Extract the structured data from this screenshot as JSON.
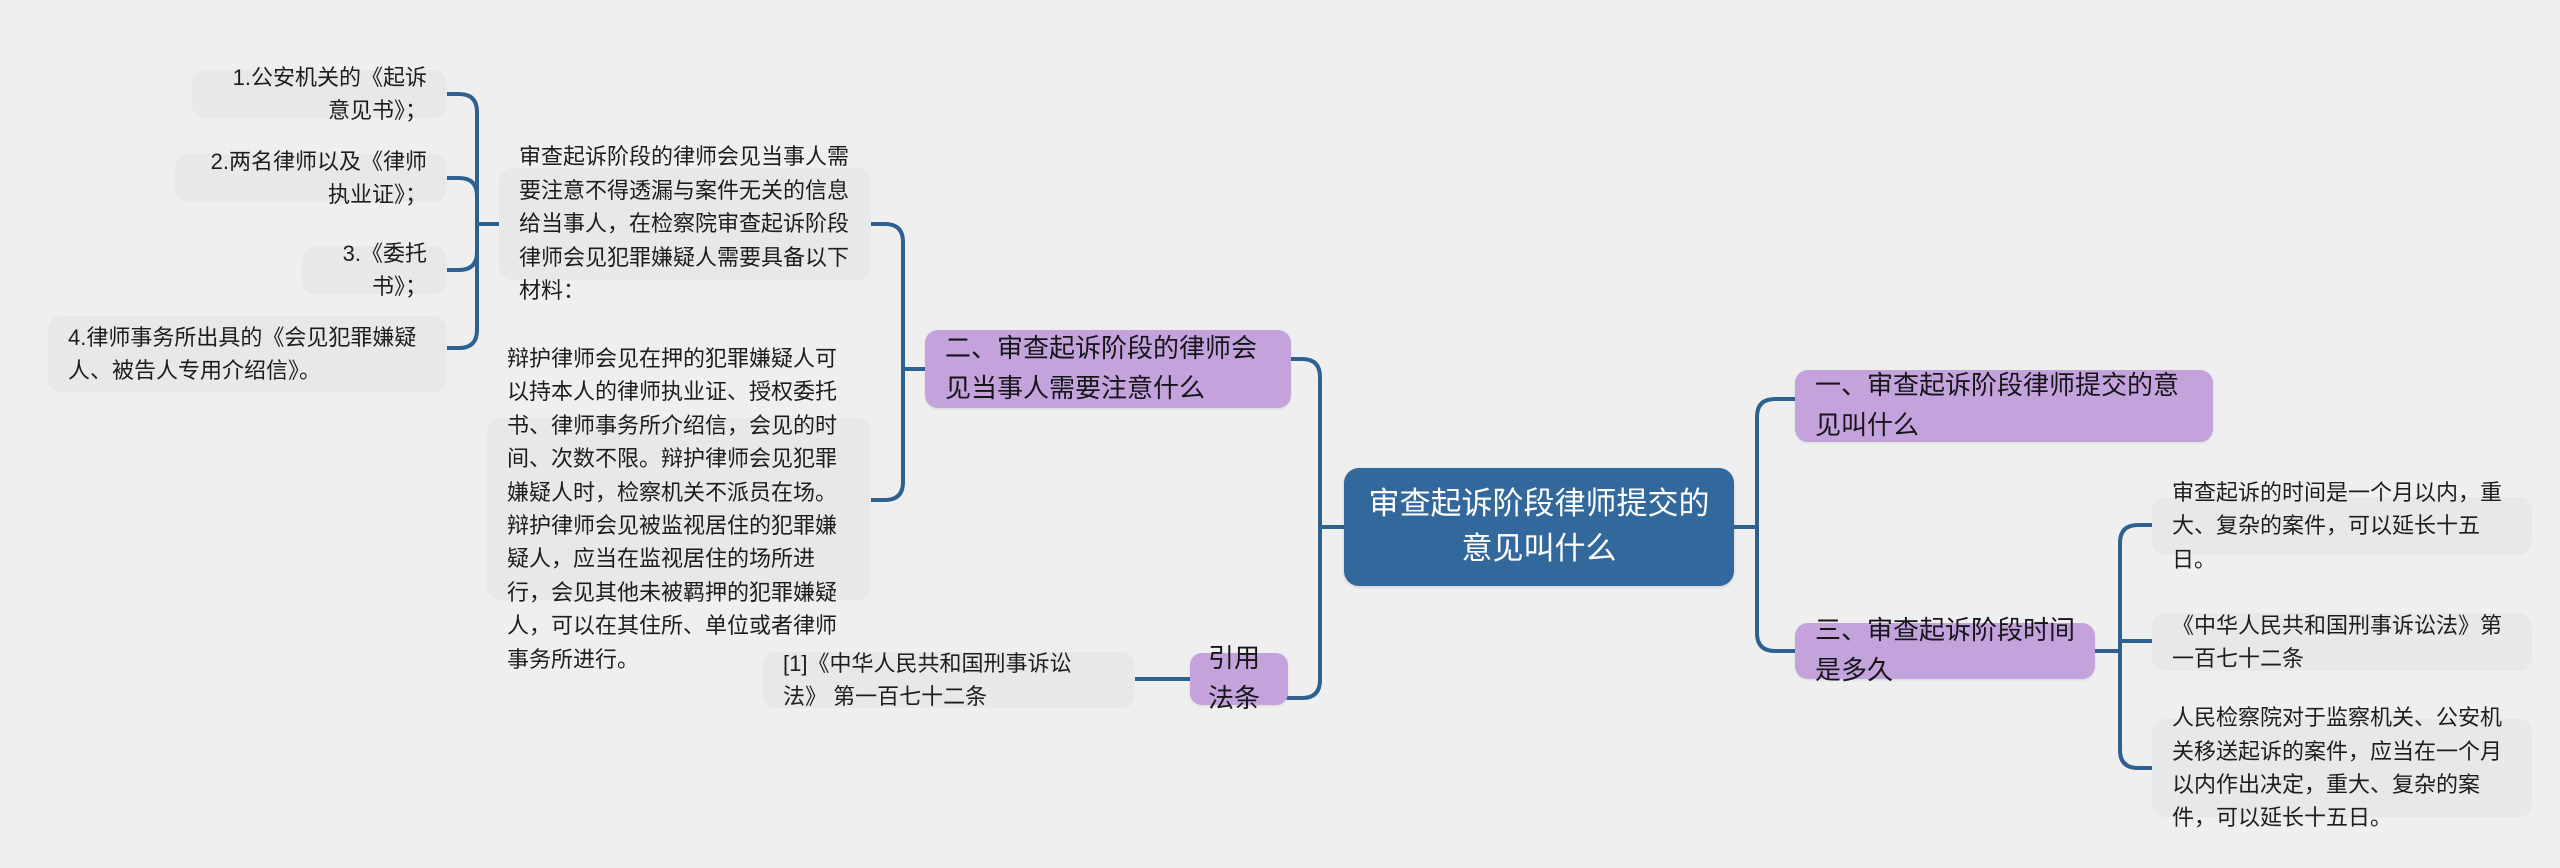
{
  "diagram": {
    "type": "mindmap",
    "background_color": "#efeff0",
    "link_color": "#2f6190",
    "root_color": "#33689c",
    "branch_color": "#c4a3dd",
    "leaf_color": "#e8e8e9"
  },
  "root": {
    "label": "审查起诉阶段律师提交的意见叫什么"
  },
  "branches": {
    "b1": {
      "label": "一、审查起诉阶段律师提交的意见叫什么"
    },
    "b2": {
      "label": "二、审查起诉阶段的律师会见当事人需要注意什么"
    },
    "b3": {
      "label": "三、审查起诉阶段时间是多久"
    },
    "b4": {
      "label": "引用法条"
    }
  },
  "nodes": {
    "intro": {
      "label": "审查起诉阶段的律师会见当事人需要注意不得透漏与案件无关的信息给当事人，在检察院审查起诉阶段律师会见犯罪嫌疑人需要具备以下材料："
    },
    "item1": {
      "label": "1.公安机关的《起诉意见书》；"
    },
    "item2": {
      "label": "2.两名律师以及《律师执业证》；"
    },
    "item3": {
      "label": "3.《委托书》；"
    },
    "item4": {
      "label": "4.律师事务所出具的《会见犯罪嫌疑人、被告人专用介绍信》。"
    },
    "detail": {
      "label": "辩护律师会见在押的犯罪嫌疑人可以持本人的律师执业证、授权委托书、律师事务所介绍信，会见的时间、次数不限。辩护律师会见犯罪嫌疑人时，检察机关不派员在场。辩护律师会见被监视居住的犯罪嫌疑人，应当在监视居住的场所进行，会见其他未被羁押的犯罪嫌疑人，可以在其住所、单位或者律师事务所进行。"
    },
    "law_ref": {
      "label": "[1]《中华人民共和国刑事诉讼法》 第一百七十二条"
    },
    "time1": {
      "label": "审查起诉的时间是一个月以内，重大、复杂的案件，可以延长十五日。"
    },
    "time2": {
      "label": "《中华人民共和国刑事诉讼法》第一百七十二条"
    },
    "time3": {
      "label": "人民检察院对于监察机关、公安机关移送起诉的案件，应当在一个月以内作出决定，重大、复杂的案件，可以延长十五日。"
    }
  }
}
